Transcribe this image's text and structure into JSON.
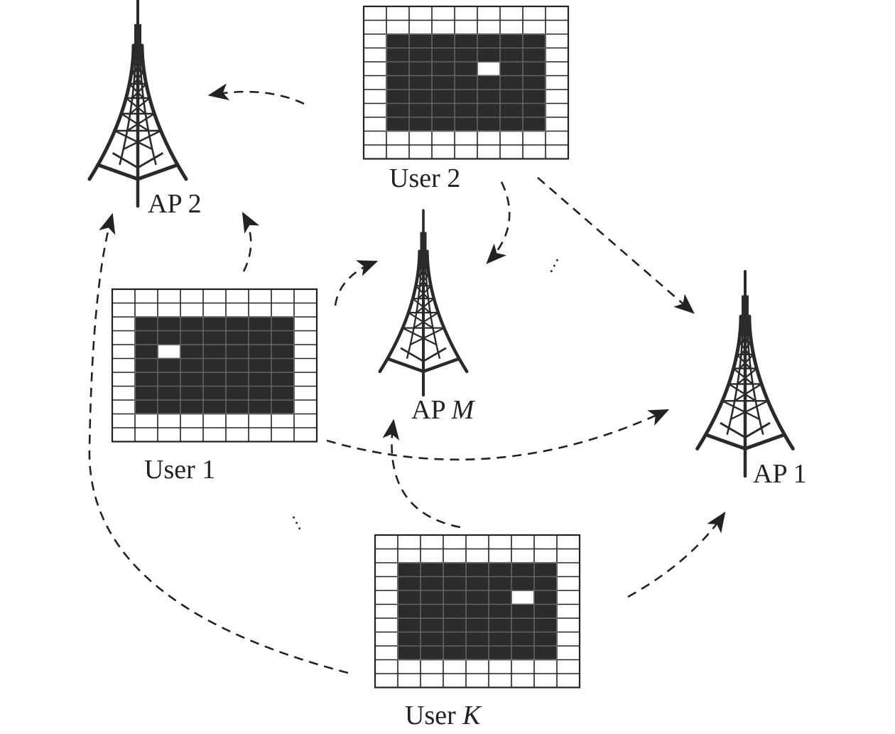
{
  "access_points": [
    {
      "id": "ap-1",
      "label_main": "AP 1",
      "label_var": ""
    },
    {
      "id": "ap-2",
      "label_main": "AP 2",
      "label_var": ""
    },
    {
      "id": "ap-m",
      "label_main": "AP ",
      "label_var": "M"
    }
  ],
  "users": [
    {
      "id": "user-1",
      "label_main": "User 1",
      "label_var": ""
    },
    {
      "id": "user-2",
      "label_main": "User 2",
      "label_var": ""
    },
    {
      "id": "user-k",
      "label_main": "User ",
      "label_var": "K"
    }
  ],
  "ellipses": [
    "···",
    "···"
  ],
  "colors": {
    "grid_fill": "#2b2b2b",
    "grid_line": "#222222",
    "inner_line": "#666666",
    "highlight": "#ffffff",
    "tower": "#2a2a2a",
    "link": "#222222"
  }
}
